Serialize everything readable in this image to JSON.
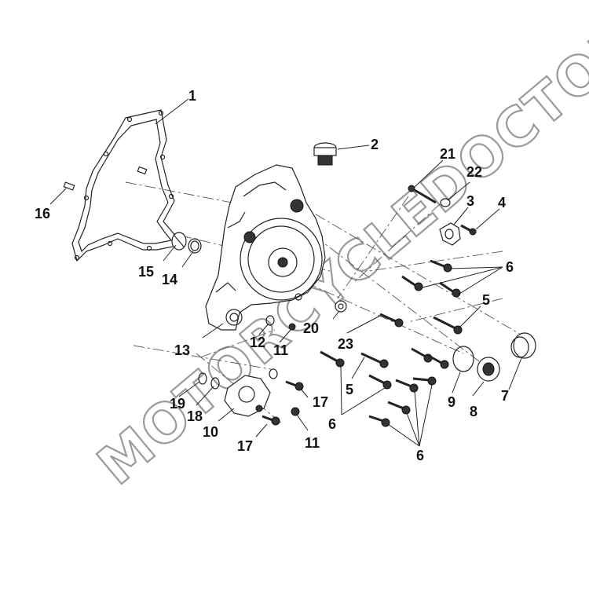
{
  "watermark": {
    "text": "MOTORCYCLEDOCTOR"
  },
  "callouts": {
    "c1": "1",
    "c2": "2",
    "c3": "3",
    "c4": "4",
    "c5a": "5",
    "c5b": "5",
    "c6a": "6",
    "c6b": "6",
    "c6c": "6",
    "c7": "7",
    "c8": "8",
    "c9": "9",
    "c10": "10",
    "c11a": "11",
    "c11b": "11",
    "c12": "12",
    "c13": "13",
    "c14": "14",
    "c15": "15",
    "c16": "16",
    "c17a": "17",
    "c17b": "17",
    "c18": "18",
    "c19": "19",
    "c20": "20",
    "c21": "21",
    "c22": "22",
    "c23": "23"
  },
  "parts": {
    "gasket": "gasket",
    "oil_filler_plug": "oil-filler-plug",
    "clamp": "clamp",
    "cover": "crankcase-cover",
    "seal_ring": "seal-ring",
    "plug_cap": "plug-cap",
    "o_ring": "o-ring",
    "water_pump_cover": "water-pump-cover"
  }
}
